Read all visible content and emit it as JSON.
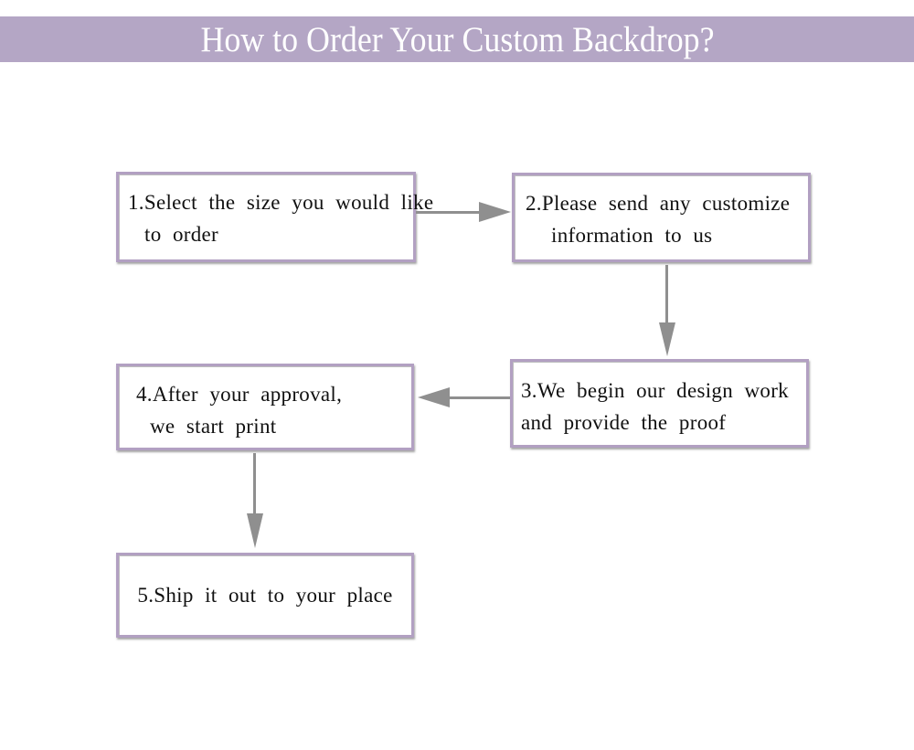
{
  "colors": {
    "header_bg": "#b4a6c5",
    "header_text": "#ffffff",
    "box_border": "#b2a0c2",
    "box_bg": "#ffffff",
    "box_text": "#111111",
    "arrow": "#8f8f8f"
  },
  "header": {
    "title": "How to Order Your Custom Backdrop?"
  },
  "flowchart": {
    "steps": [
      {
        "number": "1",
        "lines": [
          "1.Select the size you would like",
          "to order"
        ]
      },
      {
        "number": "2",
        "lines": [
          "2.Please send any customize",
          "information to us"
        ]
      },
      {
        "number": "3",
        "lines": [
          "3.We begin our design work",
          "and provide the proof"
        ]
      },
      {
        "number": "4",
        "lines": [
          "4.After your approval,",
          "we start print"
        ]
      },
      {
        "number": "5",
        "lines": [
          "5.Ship it out to your place"
        ]
      }
    ],
    "arrows": [
      {
        "from": "step-1",
        "to": "step-2",
        "direction": "right"
      },
      {
        "from": "step-2",
        "to": "step-3",
        "direction": "down"
      },
      {
        "from": "step-3",
        "to": "step-4",
        "direction": "left"
      },
      {
        "from": "step-4",
        "to": "step-5",
        "direction": "down"
      }
    ]
  }
}
